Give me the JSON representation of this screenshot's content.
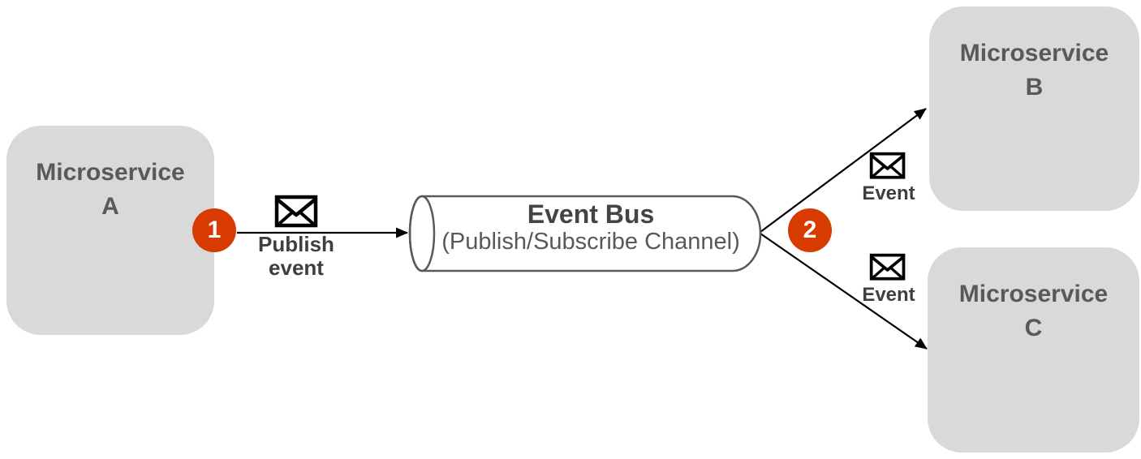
{
  "diagram": {
    "description": "Event bus publish/subscribe between microservices",
    "nodes": {
      "microservice_a": {
        "line1": "Microservice",
        "line2": "A"
      },
      "microservice_b": {
        "line1": "Microservice",
        "line2": "B"
      },
      "microservice_c": {
        "line1": "Microservice",
        "line2": "C"
      },
      "event_bus": {
        "title": "Event Bus",
        "subtitle": "(Publish/Subscribe Channel)"
      }
    },
    "badges": {
      "step1": "1",
      "step2": "2"
    },
    "labels": {
      "publish_event": "Publish\nevent",
      "event_to_b": "Event",
      "event_to_c": "Event"
    },
    "icons": {
      "envelope_publish": "envelope-icon",
      "envelope_event_b": "envelope-icon",
      "envelope_event_c": "envelope-icon"
    },
    "colors": {
      "box_fill": "#d9d9d9",
      "box_text": "#595959",
      "badge_fill": "#d83b01",
      "badge_text": "#ffffff",
      "arrow": "#000000",
      "cylinder_stroke": "#595959",
      "bus_title": "#444444",
      "bus_subtitle": "#595959",
      "edge_label": "#3f3f3f",
      "background": "#ffffff"
    }
  }
}
